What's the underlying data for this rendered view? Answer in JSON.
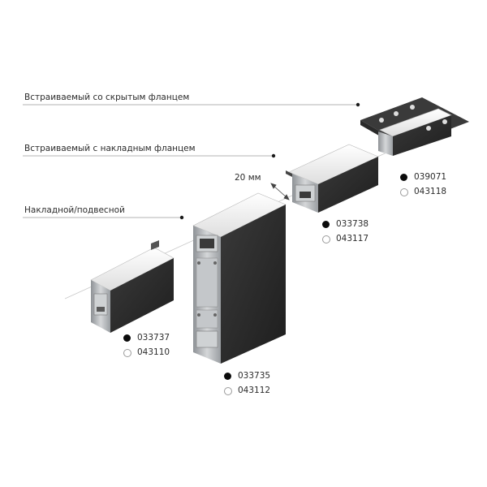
{
  "labels": {
    "hidden_flange": "Встраиваемый со скрытым фланцем",
    "overlay_flange": "Встраиваемый с накладным фланцем",
    "surface_suspended": "Накладной/подвесной",
    "gap": "20 мм"
  },
  "products": [
    {
      "name": "small-profile",
      "black_code": "033737",
      "white_code": "043110"
    },
    {
      "name": "tall-profile",
      "black_code": "033735",
      "white_code": "043112"
    },
    {
      "name": "overlay-flange-profile",
      "black_code": "033738",
      "white_code": "043117"
    },
    {
      "name": "hidden-flange-profile",
      "black_code": "039071",
      "white_code": "043118"
    }
  ],
  "colors": {
    "black_finish": "#0b0b0b",
    "white_finish": "#ffffff",
    "profile_body": "#2c2c2c",
    "diffuser": "#f3f3f3",
    "aluminum": "#b9bcbf"
  },
  "icons": [
    "black-color-dot-icon",
    "white-color-dot-icon",
    "dimension-arrow-icon"
  ]
}
